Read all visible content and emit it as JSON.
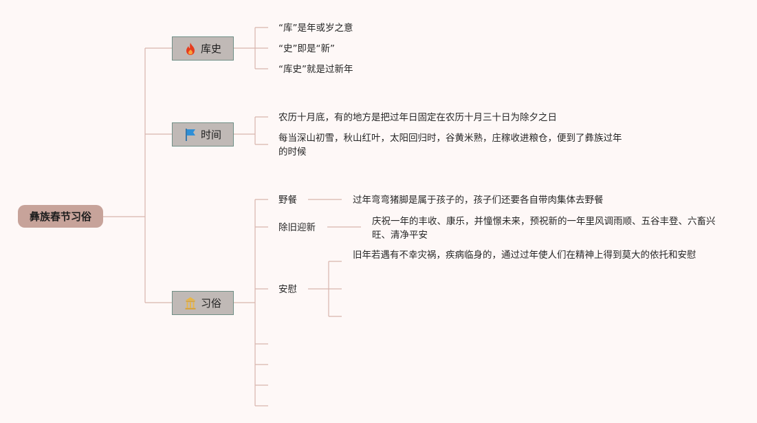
{
  "root": {
    "label": "彝族春节习俗"
  },
  "branches": [
    {
      "label": "库史",
      "icon": "fire-icon",
      "children": [
        {
          "label": "“库”是年或岁之意"
        },
        {
          "label": "“史”即是“新”"
        },
        {
          "label": "“库史”就是过新年"
        }
      ]
    },
    {
      "label": "时间",
      "icon": "flag-icon",
      "children": [
        {
          "label": "农历十月底，有的地方是把过年日固定在农历十月三十日为除夕之日"
        },
        {
          "label": "每当深山初雪，秋山红叶，太阳回归时，谷黄米熟，庄稼收进粮仓，便到了彝族过年的时候"
        }
      ]
    },
    {
      "label": "习俗",
      "icon": "temple-icon",
      "children": [
        {
          "label": "野餐",
          "children": [
            {
              "label": "过年弯弯猪脚是属于孩子的，孩子们还要各自带肉集体去野餐"
            }
          ]
        },
        {
          "label": "除旧迎新",
          "children": [
            {
              "label": "庆祝一年的丰收、康乐，并憧憬未来，预祝新的一年里风调雨顺、五谷丰登、六畜兴旺、清净平安"
            }
          ]
        },
        {
          "label": "安慰",
          "children": [
            {
              "label": "旧年若遇有不幸灾祸，疾病临身的，通过过年使人们在精神上得到莫大的依托和安慰"
            }
          ]
        }
      ]
    }
  ],
  "colors": {
    "background": "#fef8f7",
    "root_fill": "#c7a39a",
    "branch_fill": "#c0b9b6",
    "branch_border": "#6f8e85",
    "connector": "#d8b4ad",
    "fire": "#e63c1e",
    "flag": "#2f8fd6",
    "temple": "#e7b64a"
  }
}
